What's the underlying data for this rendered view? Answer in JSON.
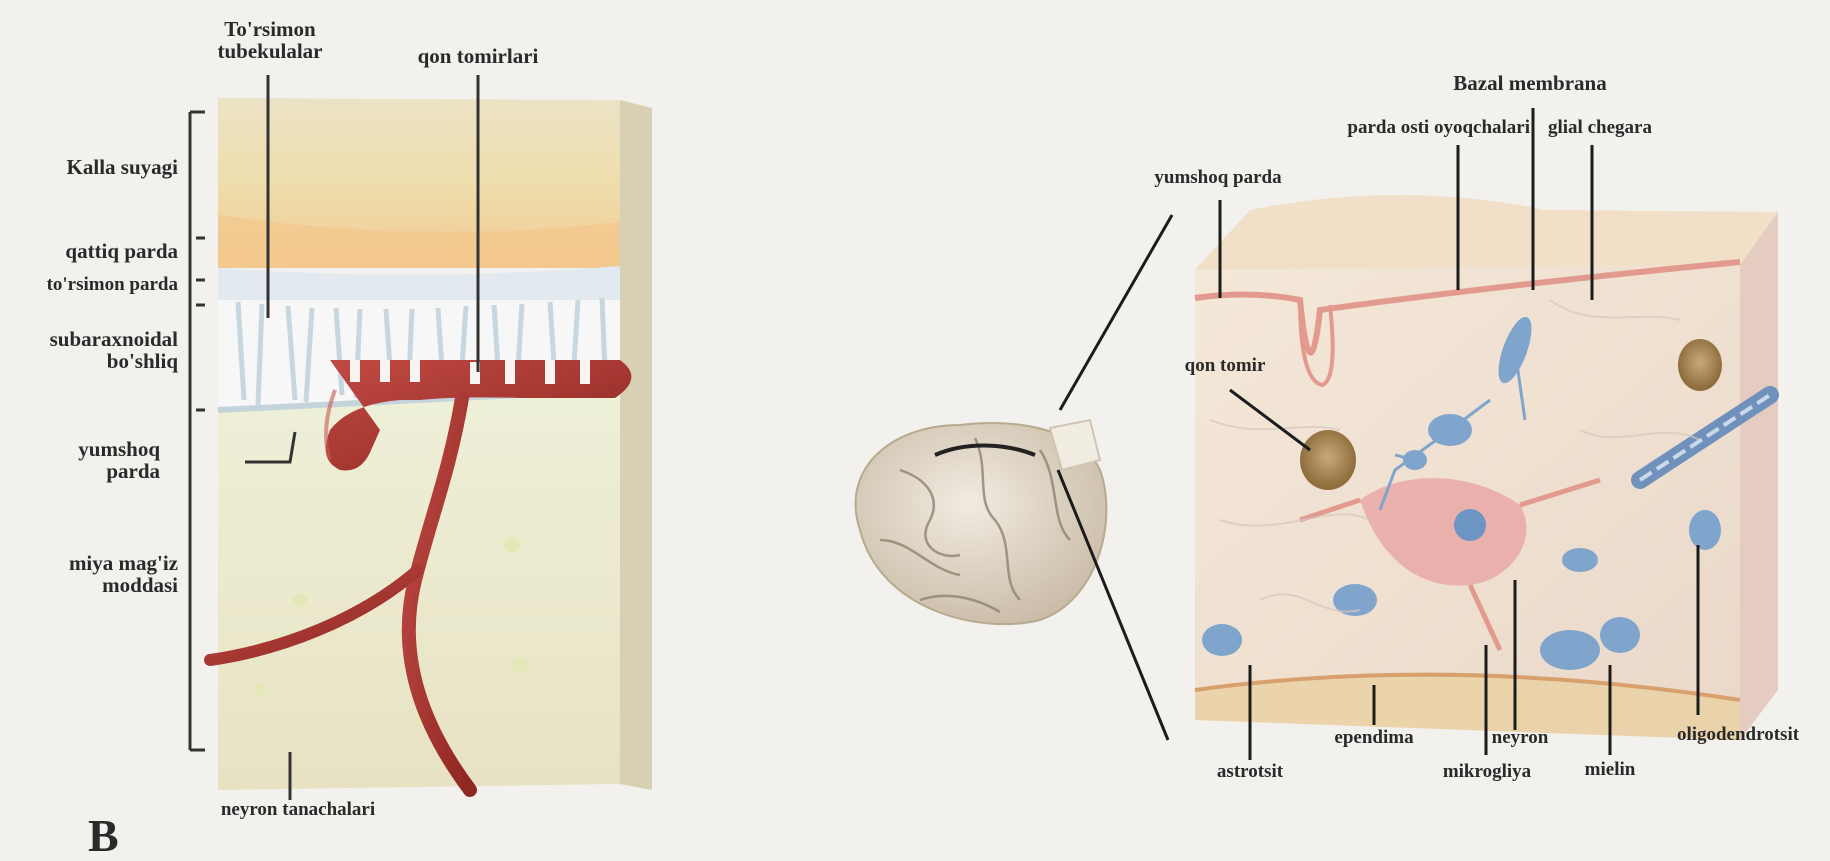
{
  "left_panel": {
    "tuberkulalar": "To'rsimon\ntubekulalar",
    "qon_tomirlari": "qon tomirlari",
    "kalla_suyagi": "Kalla suyagi",
    "qattiq_parda": "qattiq parda",
    "torsimon_parda": "to'rsimon parda",
    "subaraxnoidal": "subaraxnoidal\nbo'shliq",
    "yumshoq_parda": "yumshoq\nparda",
    "bosh_miya": "miya mag'iz\nmoddasi",
    "neyron_tanachalari": "neyron tanachalari",
    "panel_letter": "B"
  },
  "right_panel": {
    "bazal_membrana": "Bazal membrana",
    "parda_osti": "parda osti oyoqchalari",
    "glial_chegara": "glial chegara",
    "yumshoq_parda": "yumshoq parda",
    "qon_tomir": "qon tomir",
    "astrotsit": "astrotsit",
    "ependima": "ependima",
    "mikrogliya": "mikrogliya",
    "neyron": "neyron",
    "mielin": "mielin",
    "oligodendrotsit": "oligodendrotsit"
  },
  "colors": {
    "bone": "#eadfb6",
    "bone_band": "#f1cf9b",
    "membrane": "#d9e3ea",
    "cortex": "#eae6ce",
    "vessel": "#a8332e",
    "cell_blue": "#7fa5cc",
    "pink": "#e8a0a0"
  }
}
